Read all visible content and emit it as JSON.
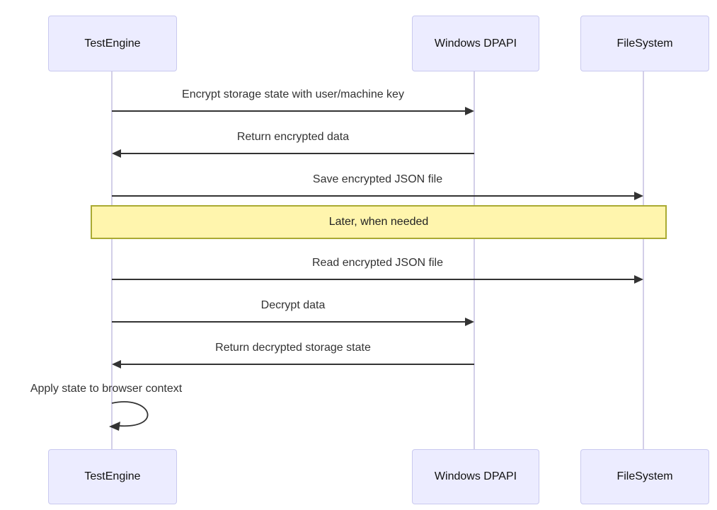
{
  "diagram_type": "sequence-diagram",
  "actors": [
    {
      "label": "TestEngine"
    },
    {
      "label": "Windows DPAPI"
    },
    {
      "label": "FileSystem"
    }
  ],
  "messages": [
    {
      "text": "Encrypt storage state with user/machine key",
      "from": "TestEngine",
      "to": "Windows DPAPI",
      "arrow": "solid-right"
    },
    {
      "text": "Return encrypted data",
      "from": "Windows DPAPI",
      "to": "TestEngine",
      "arrow": "solid-left"
    },
    {
      "text": "Save encrypted JSON file",
      "from": "TestEngine",
      "to": "FileSystem",
      "arrow": "solid-right"
    },
    {
      "text": "Read encrypted JSON file",
      "from": "TestEngine",
      "to": "FileSystem",
      "arrow": "solid-right"
    },
    {
      "text": "Decrypt data",
      "from": "TestEngine",
      "to": "Windows DPAPI",
      "arrow": "solid-right"
    },
    {
      "text": "Return decrypted storage state",
      "from": "Windows DPAPI",
      "to": "TestEngine",
      "arrow": "solid-left"
    },
    {
      "text": "Apply state to browser context",
      "from": "TestEngine",
      "to": "TestEngine",
      "arrow": "self-loop"
    }
  ],
  "note": {
    "text": "Later, when needed",
    "span": "over all actors"
  },
  "colors": {
    "actor_fill": "#ECECFF",
    "actor_border": "#C9C9EF",
    "lifeline": "#D3CFE8",
    "message": "#333333",
    "note_fill": "#FFF5AD",
    "note_border": "#AAAA33",
    "background": "#FFFFFF"
  }
}
